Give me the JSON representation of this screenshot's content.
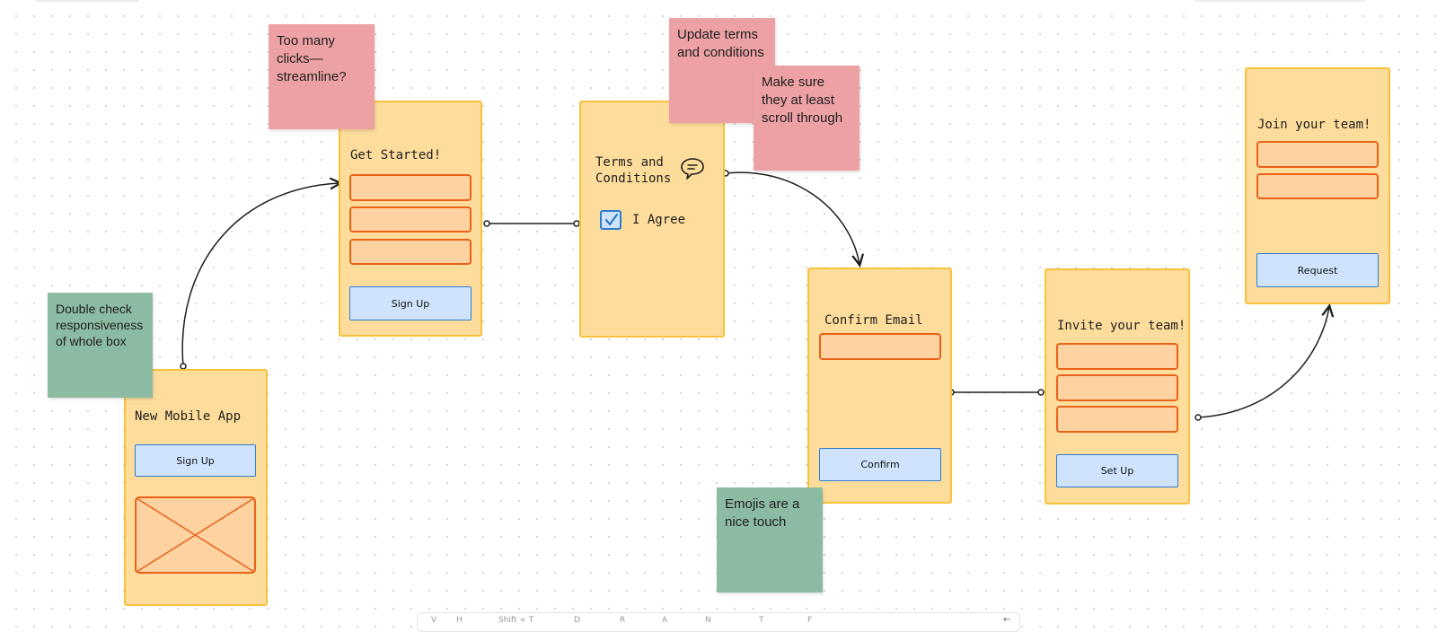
{
  "screens": {
    "new_app": {
      "title": "New Mobile App",
      "button": "Sign Up"
    },
    "get_started": {
      "title": "Get Started!",
      "button": "Sign Up"
    },
    "terms": {
      "title_line1": "Terms and",
      "title_line2": "Conditions",
      "checkbox_label": "I Agree",
      "checked": true
    },
    "confirm": {
      "title": "Confirm Email",
      "button": "Confirm"
    },
    "invite": {
      "title": "Invite your team!",
      "button": "Set Up"
    },
    "join": {
      "title": "Join your team!",
      "button": "Request"
    }
  },
  "stickies": {
    "streamline": "Too many clicks—streamline?",
    "terms_update": "Update terms and conditions",
    "scroll": "Make sure they at least scroll through",
    "responsive": "Double check responsiveness of whole box",
    "emojis": "Emojis are a nice touch"
  },
  "toolbar": {
    "keys": [
      "V",
      "H",
      "Shift + T",
      "D",
      "R",
      "A",
      "N",
      "T",
      "F"
    ]
  },
  "colors": {
    "screen_fill": "#fedd9c",
    "screen_border": "#f8c13c",
    "field_fill": "#ffd2a1",
    "field_border": "#e8621a",
    "button_fill": "#cfe4fc",
    "button_border": "#2d7bd0",
    "sticky_pink": "#eda1a5",
    "sticky_green": "#8cbba3"
  }
}
